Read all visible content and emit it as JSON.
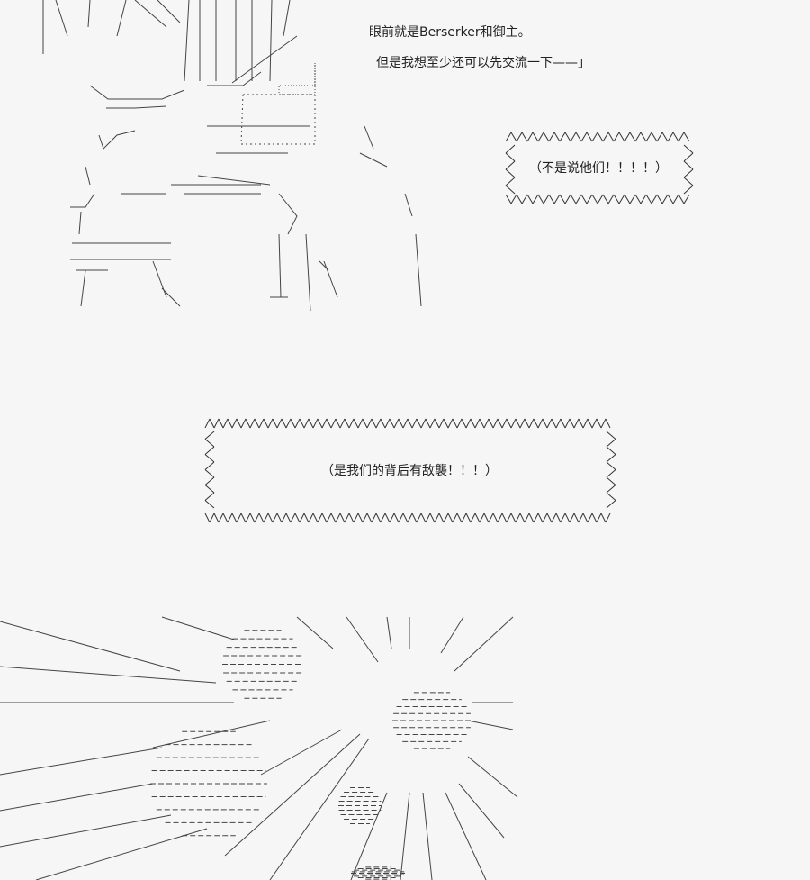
{
  "narration": {
    "line1": "眼前就是Berserker和御主。",
    "line2": "但是我想至少还可以先交流一下——」"
  },
  "shout_small": {
    "text": "（不是说他们！！！！）"
  },
  "shout_large": {
    "text": "（是我们的背后有敌襲！！！）"
  },
  "colors": {
    "background": "#f6f6f6",
    "ink": "#222222"
  }
}
